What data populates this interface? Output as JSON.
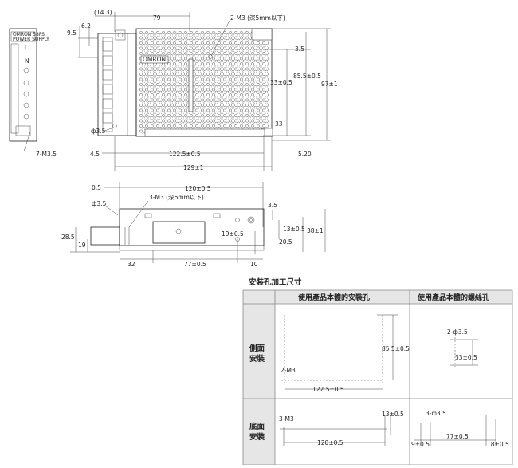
{
  "top_view": {
    "dims": {
      "d143": "(14.3)",
      "d79": "79",
      "d2m3": "2-M3 (深5mm以下)",
      "d95": "9.5",
      "d62": "6.2",
      "d35": "3.5",
      "d855": "85.5±0.5",
      "d33a": "33±0.5",
      "d33b": "33",
      "d97": "97±1",
      "d35hole": "ф3.5",
      "d45": "4.5",
      "d1225": "122.5±0.5",
      "d520": "5.20",
      "d129": "129±1",
      "brand": "OMRON"
    }
  },
  "side_view": {
    "dims": {
      "d7m35": "7-M3.5",
      "label_omron": "OMRON S8FS",
      "label_ps": "POWER SUPPLY",
      "t_l": "L",
      "t_n": "N"
    }
  },
  "bottom_view": {
    "dims": {
      "d05": "0.5",
      "d120": "120±0.5",
      "d3m3": "3-M3 (深6mm以下)",
      "d35hole": "ф3.5",
      "d35": "3.5",
      "d13": "13±0.5",
      "d19a": "19±0.5",
      "d285": "28.5",
      "d19": "19",
      "d205": "20.5",
      "d38": "38±1",
      "d32": "32",
      "d77": "77±0.5",
      "d10": "10"
    }
  },
  "table": {
    "title": "安裝孔加工尺寸",
    "col1": "使用產品本體的安裝孔",
    "col2": "使用產品本體的螺絲孔",
    "row1_label_a": "側面",
    "row1_label_b": "安裝",
    "row2_label_a": "底面",
    "row2_label_b": "安裝",
    "r1c1": {
      "d855": "85.5±0.5",
      "d2m3": "2-M3",
      "d1225": "122.5±0.5"
    },
    "r1c2": {
      "d2h": "2-ф3.5",
      "d33": "33±0.5"
    },
    "r2c1": {
      "d3m3": "3-M3",
      "d13": "13±0.5",
      "d120": "120±0.5"
    },
    "r2c2": {
      "d3h": "3-ф3.5",
      "d9": "9±0.5",
      "d77": "77±0.5",
      "d18": "18±0.5"
    }
  },
  "colors": {
    "line": "#222222",
    "table_header_bg": "#e6e6e6",
    "hatch": "#555555"
  }
}
